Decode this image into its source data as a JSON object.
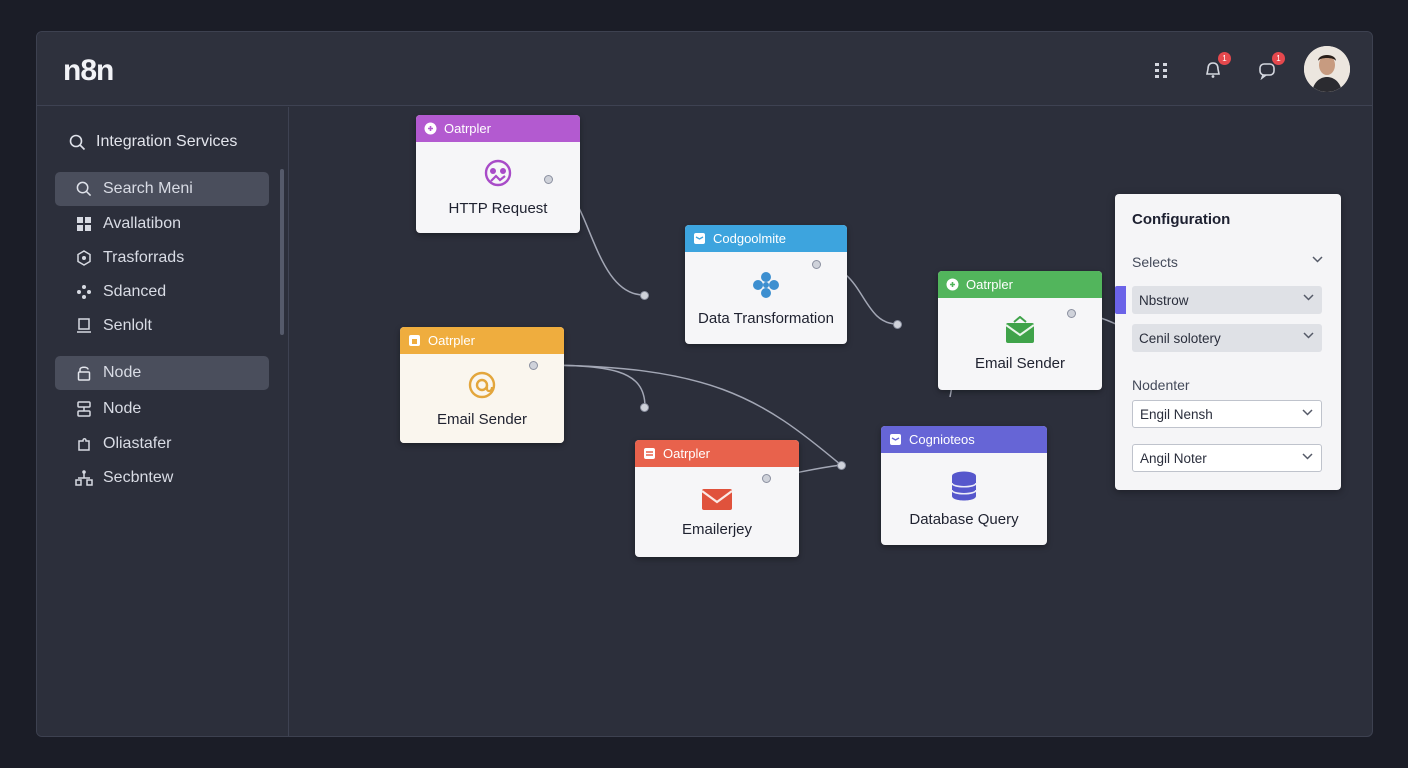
{
  "app": {
    "logo": "n8n"
  },
  "header": {
    "grid_icon": "grid-icon",
    "notify_badge_1": "1",
    "notify_badge_2": "1"
  },
  "sidebar": {
    "title": "Integration Services",
    "items": [
      {
        "label": "Search Meni",
        "icon": "search-icon",
        "active": true
      },
      {
        "label": "Avallatibon",
        "icon": "grid-icon"
      },
      {
        "label": "Trasforrads",
        "icon": "transform-icon"
      },
      {
        "label": "Sdanced",
        "icon": "nodes-icon"
      },
      {
        "label": "Senlolt",
        "icon": "monitor-icon"
      },
      {
        "label": "Node",
        "icon": "lock-icon",
        "active": true
      },
      {
        "label": "Node",
        "icon": "node-icon"
      },
      {
        "label": "Oliastafer",
        "icon": "puzzle-icon"
      },
      {
        "label": "Secbntew",
        "icon": "network-icon"
      }
    ]
  },
  "nodes": [
    {
      "id": "http",
      "header": "Oatrpler",
      "label": "HTTP Request",
      "color": "#b35ad0"
    },
    {
      "id": "transform",
      "header": "Codgoolmite",
      "label": "Data Transformation",
      "color": "#3da4de"
    },
    {
      "id": "email_green",
      "header": "Oatrpler",
      "label": "Email Sender",
      "color": "#52b55c"
    },
    {
      "id": "email_orange",
      "header": "Oatrpler",
      "label": "Email Sender",
      "color": "#efad3e"
    },
    {
      "id": "email_red",
      "header": "Oatrpler",
      "label": "Emailerjey",
      "color": "#e8624c"
    },
    {
      "id": "db",
      "header": "Cognioteos",
      "label": "Database Query",
      "color": "#6665d6"
    }
  ],
  "config": {
    "title": "Configuration",
    "select_label": "Selects",
    "field_1": "Nbstrow",
    "field_2": "Cenil solotery",
    "section_label": "Nodenter",
    "field_3": "Engil Nensh",
    "field_4": "Angil Noter"
  }
}
